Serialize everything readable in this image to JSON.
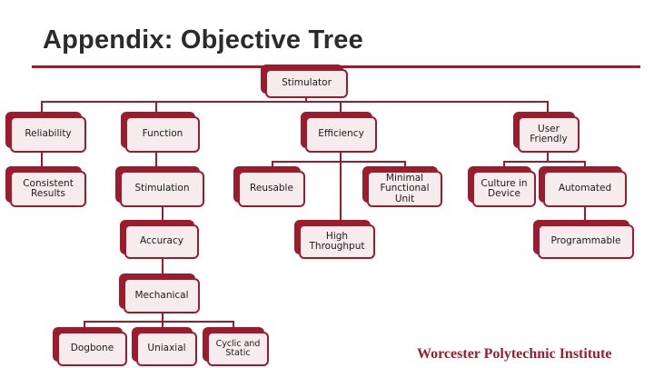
{
  "slide": {
    "title": "Appendix: Objective Tree",
    "footer": "Worcester Polytechnic Institute",
    "accent_color": "#9c1c2e",
    "node_fill_color": "#f7eced",
    "title_color": "#2b2b2b",
    "background_color": "#ffffff"
  },
  "tree": {
    "root": {
      "label": "Stimulator"
    },
    "level1": [
      {
        "label": "Reliability"
      },
      {
        "label": "Function"
      },
      {
        "label": "Efficiency"
      },
      {
        "label": "User Friendly"
      }
    ],
    "level2": [
      {
        "label": "Consistent Results",
        "parent": "Reliability"
      },
      {
        "label": "Stimulation",
        "parent": "Function"
      },
      {
        "label": "Reusable",
        "parent": "Efficiency"
      },
      {
        "label": "Minimal Functional Unit",
        "parent": "Efficiency"
      },
      {
        "label": "Culture in Device",
        "parent": "User Friendly"
      },
      {
        "label": "Automated",
        "parent": "User Friendly"
      }
    ],
    "level3": [
      {
        "label": "Accuracy",
        "parent": "Stimulation"
      },
      {
        "label": "High Throughput",
        "parent": "Efficiency"
      },
      {
        "label": "Programmable",
        "parent": "Automated"
      }
    ],
    "level4": [
      {
        "label": "Mechanical",
        "parent": "Accuracy"
      }
    ],
    "level5": [
      {
        "label": "Dogbone",
        "parent": "Mechanical"
      },
      {
        "label": "Uniaxial",
        "parent": "Mechanical"
      },
      {
        "label": "Cyclic and Static",
        "parent": "Mechanical"
      }
    ]
  }
}
